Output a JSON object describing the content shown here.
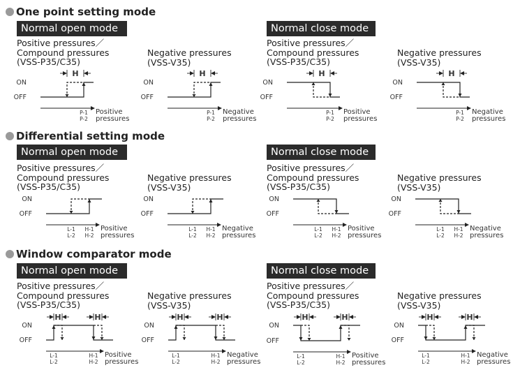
{
  "sections": [
    {
      "title": "One point setting mode"
    },
    {
      "title": "Differential setting mode"
    },
    {
      "title": "Window comparator mode"
    }
  ],
  "modes": {
    "open": "Normal open mode",
    "close": "Normal close mode"
  },
  "headers": {
    "positive": [
      "Positive pressures／",
      "Compound pressures",
      "(VSS-P35/C35)"
    ],
    "negative": [
      "Negative pressures",
      "(VSS-V35)"
    ]
  },
  "labels": {
    "on": "ON",
    "off": "OFF",
    "h": "H",
    "p1": "P-1",
    "p2": "P-2",
    "l1": "L-1",
    "l2": "L-2",
    "h1": "H-1",
    "h2": "H-2",
    "positive_axis": [
      "Positive",
      "pressures"
    ],
    "negative_axis": [
      "Negative",
      "pressures"
    ]
  },
  "colors": {
    "line": "#222222",
    "bar": "#2b2b2b",
    "bullet": "#9a9a9a"
  }
}
